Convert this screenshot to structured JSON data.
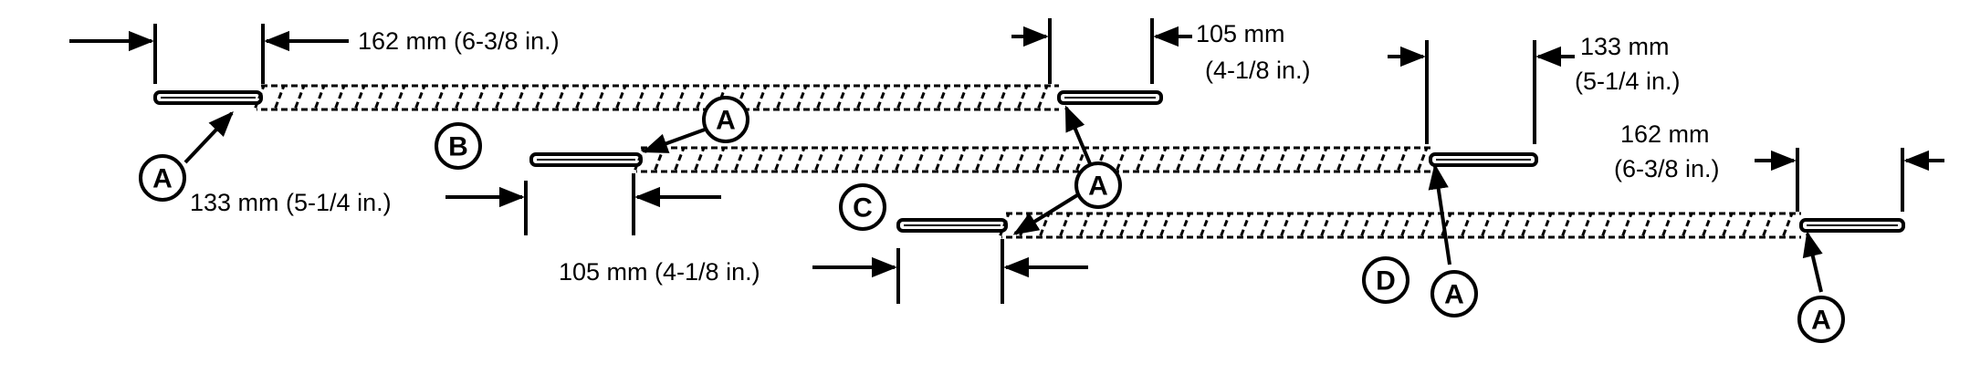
{
  "diagram": {
    "dimensions": {
      "top_left_1": "162 mm (6-3/8 in.)",
      "top_mid_1": "105 mm",
      "top_mid_2": "(4-1/8 in.)",
      "top_right_1": "133 mm",
      "top_right_2": "(5-1/4 in.)",
      "mid_left": "133 mm (5-1/4 in.)",
      "bottom_left": "105 mm (4-1/8 in.)",
      "right_1": "162 mm",
      "right_2": "(6-3/8 in.)"
    },
    "callouts": {
      "A": "A",
      "B": "B",
      "C": "C",
      "D": "D"
    }
  }
}
